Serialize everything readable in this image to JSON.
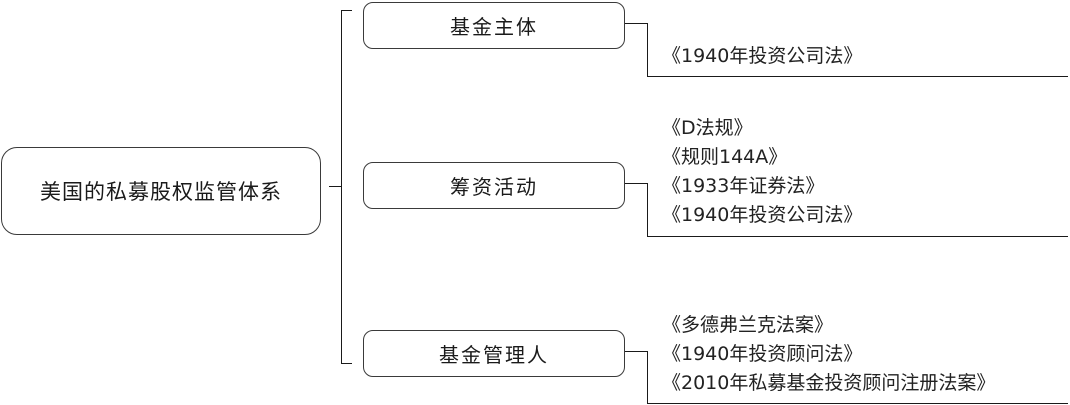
{
  "diagram": {
    "root": {
      "label": "美国的私募股权监管体系"
    },
    "branches": [
      {
        "label": "基金主体",
        "references": [
          "《1940年投资公司法》"
        ]
      },
      {
        "label": "筹资活动",
        "references": [
          "《D法规》",
          "《规则144A》",
          "《1933年证券法》",
          "《1940年投资公司法》"
        ]
      },
      {
        "label": "基金管理人",
        "references": [
          "《多德弗兰克法案》",
          "《1940年投资顾问法》",
          "《2010年私募基金投资顾问注册法案》"
        ]
      }
    ],
    "colors": {
      "line": "#1a1a1a",
      "border": "#3a3a3a",
      "text": "#1a1a1a",
      "background": "#ffffff"
    }
  }
}
